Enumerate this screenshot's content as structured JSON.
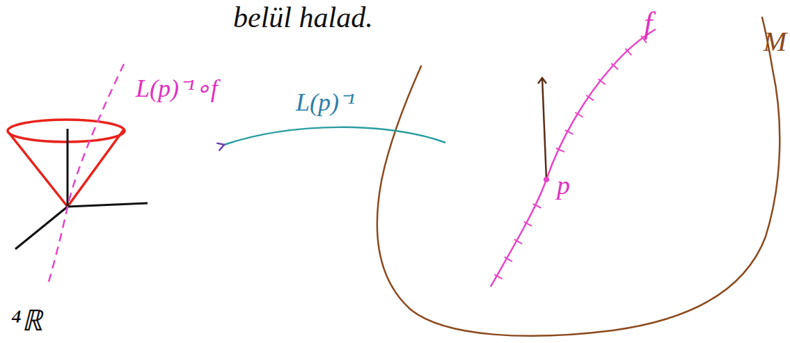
{
  "diagram": {
    "labels": [
      "belül halad.",
      "L(p)⁻¹∘f",
      "L(p)⁻¹",
      "f",
      "M",
      "p",
      "⁴ℝ"
    ]
  }
}
